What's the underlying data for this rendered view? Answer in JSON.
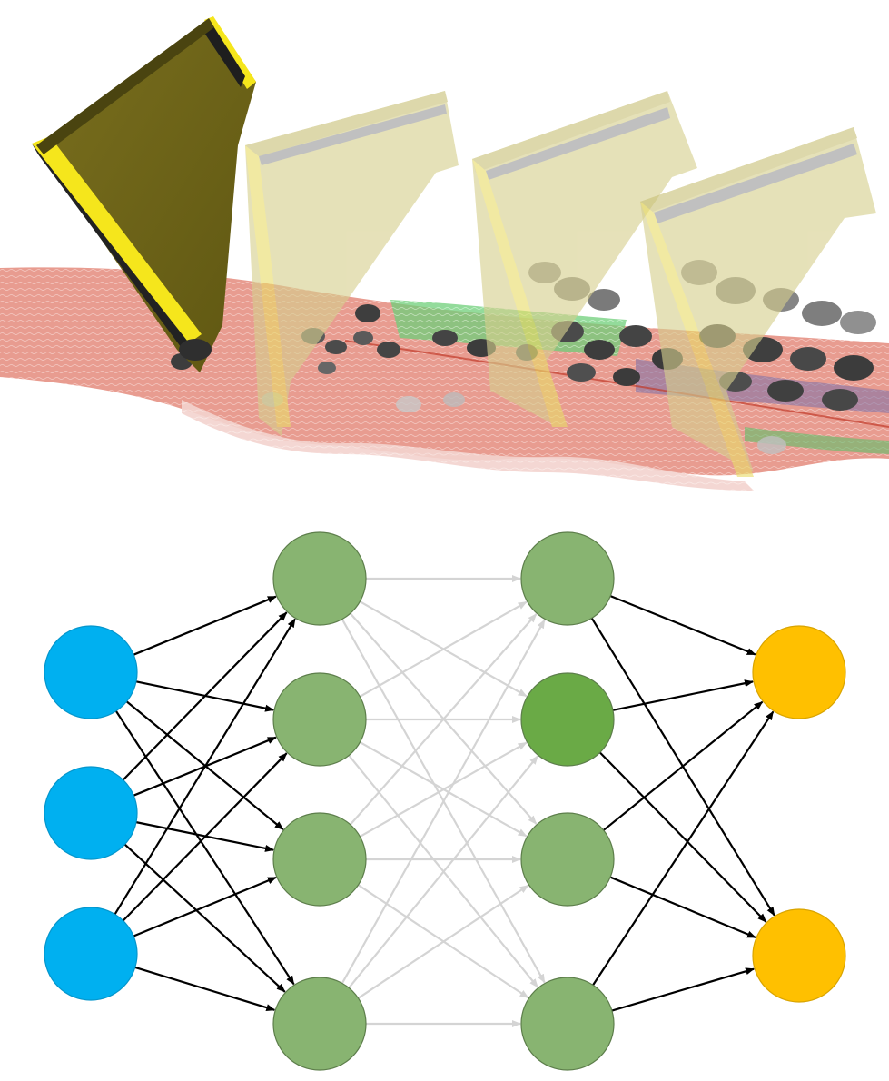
{
  "figure": {
    "top_panel": {
      "subject": "bulldozer-blade-soil-simulation",
      "blade_positions": 4,
      "colors": {
        "blade_solid": "#f6e61a",
        "blade_face": "#6e6418",
        "blade_ghost": "#e8e2a4",
        "soil_red": "#e07a6a",
        "soil_green": "#5fc06a",
        "soil_blue": "#6a6aa8",
        "rock": "#5c5c5c"
      }
    },
    "network": {
      "layer_sizes": [
        3,
        4,
        4,
        2
      ],
      "colors": {
        "input": "#00b0f0",
        "hidden": "#88b471",
        "hidden_highlight": "#6aaa46",
        "output": "#ffc000",
        "edge_dark": "#000000",
        "edge_light": "#d4d4d4",
        "node_stroke": "#5d7e4b"
      },
      "highlighted_node": {
        "layer": 2,
        "index": 1
      },
      "light_edge_layers": [
        1
      ]
    }
  }
}
